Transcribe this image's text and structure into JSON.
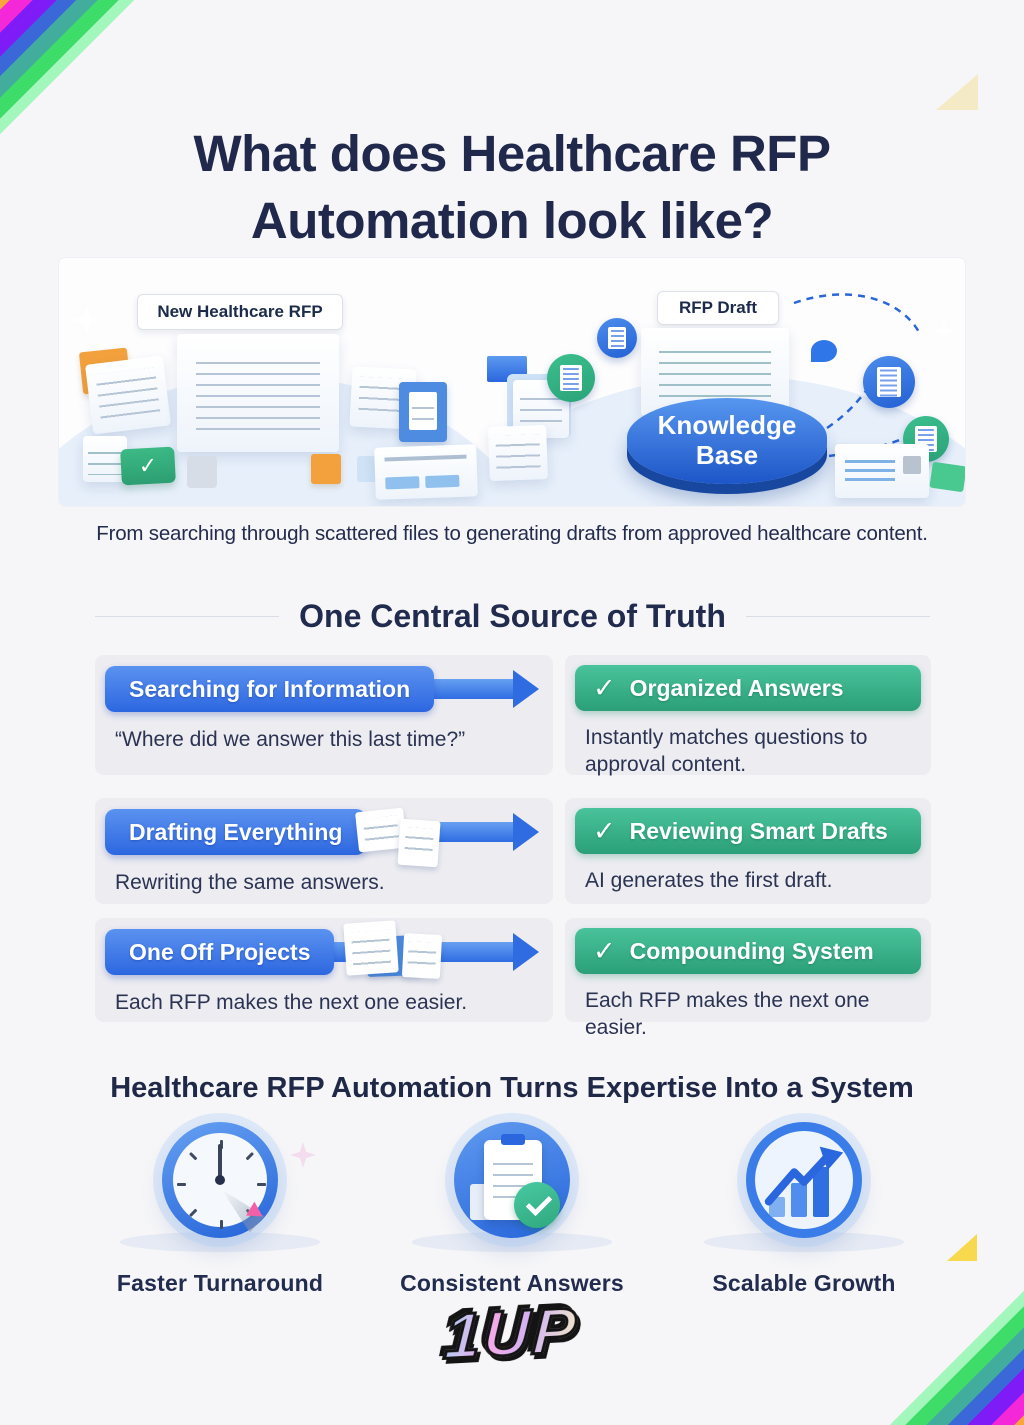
{
  "page": {
    "title_line1": "What does Healthcare RFP",
    "title_line2": "Automation look like?"
  },
  "hero": {
    "left_label": "New Healthcare RFP",
    "right_label": "RFP Draft",
    "knowledge_base_label": "Knowledge Base",
    "caption": "From searching through scattered files to generating drafts from approved healthcare content.",
    "check_glyph": "✓"
  },
  "central_source": {
    "heading": "One Central Source of Truth",
    "check_glyph": "✓",
    "rows": [
      {
        "before_label": "Searching for Information",
        "before_desc": "“Where did we answer this last time?”",
        "after_label": "Organized Answers",
        "after_desc": "Instantly matches questions to approval content."
      },
      {
        "before_label": "Drafting Everything",
        "before_desc": "Rewriting the same answers.",
        "after_label": "Reviewing Smart Drafts",
        "after_desc": "AI generates the first draft."
      },
      {
        "before_label": "One Off Projects",
        "before_desc": "Each RFP makes the next one easier.",
        "after_label": "Compounding System",
        "after_desc": "Each RFP makes the next one easier."
      }
    ]
  },
  "system_section": {
    "heading": "Healthcare RFP Automation Turns Expertise Into a System",
    "features": [
      {
        "icon": "clock-icon",
        "label": "Faster Turnaround"
      },
      {
        "icon": "clipboard-check-icon",
        "label": "Consistent Answers"
      },
      {
        "icon": "growth-chart-icon",
        "label": "Scalable Growth"
      }
    ]
  },
  "footer": {
    "logo_text": "1UP"
  },
  "colors": {
    "background": "#f6f6f8",
    "heading_navy": "#1f2947",
    "banner_blue": "#2d67e0",
    "banner_green": "#2b9f78",
    "arrow_blue": "#2f6ce2",
    "knowledge_base_blue": "#2563d8",
    "yellow_accent": "#f8d94e",
    "rainbow_stripes": [
      "#f9a63d",
      "#f428d8",
      "#7e1bf7",
      "#3a68d8",
      "#43ad9d",
      "#3edd69",
      "#a3f7bd"
    ]
  }
}
